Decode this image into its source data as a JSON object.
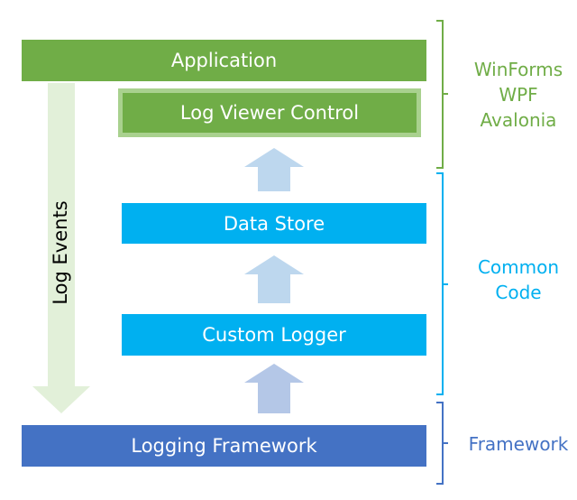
{
  "boxes": {
    "application": "Application",
    "log_viewer": "Log Viewer Control",
    "data_store": "Data Store",
    "custom_logger": "Custom Logger",
    "logging_framework": "Logging Framework"
  },
  "side_arrow_label": "Log Events",
  "groups": {
    "ui": [
      "WinForms",
      "WPF",
      "Avalonia"
    ],
    "common": [
      "Common",
      "Code"
    ],
    "framework": [
      "Framework"
    ]
  },
  "colors": {
    "ui_green": "#70ad47",
    "ui_green_light": "#a9d18e",
    "common_blue": "#00b0f0",
    "framework_blue": "#4472c4",
    "arrow_light_blue": "#bdd7ee",
    "arrow_pale_blue": "#b4c7e7",
    "arrow_pale_green": "#e2f0d9"
  }
}
